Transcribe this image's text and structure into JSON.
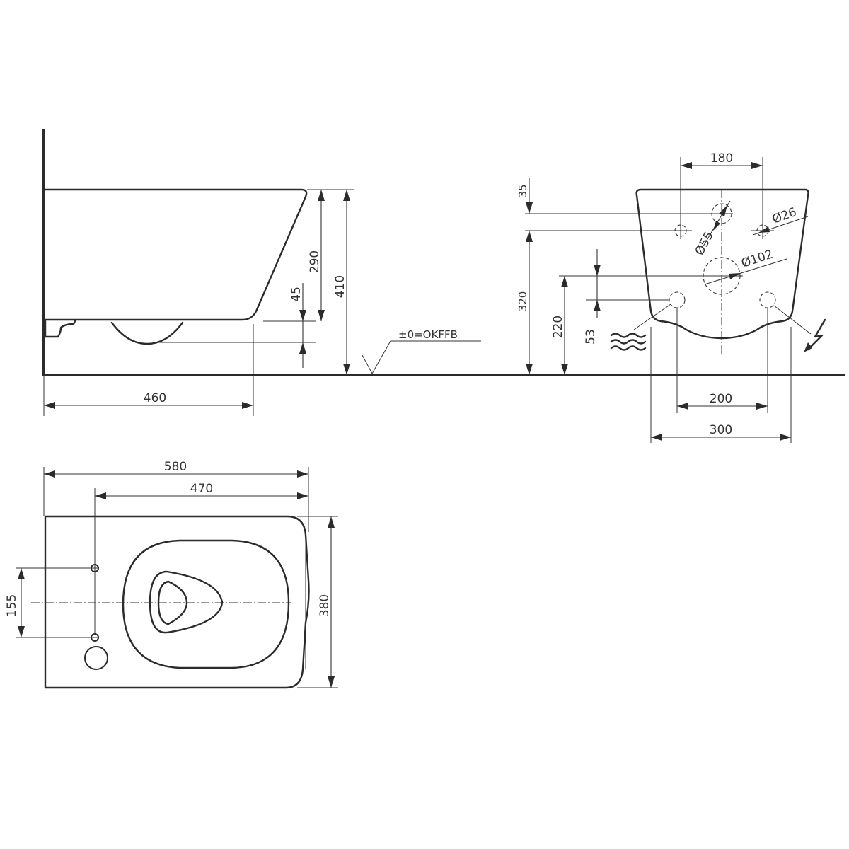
{
  "side_view": {
    "dim_width": "460",
    "dim_height_total": "410",
    "dim_height_bowl": "290",
    "dim_outlet": "45",
    "floor_reference": "±0=OKFFB"
  },
  "front_view": {
    "dim_top_spacing": "180",
    "dim_offset_small": "35",
    "dim_mount_height": "320",
    "dim_drain_height": "220",
    "dim_inlet_offset": "53",
    "dim_bottom_inner": "200",
    "dim_bottom_outer": "300",
    "dia_large": "Ø102",
    "dia_medium": "Ø55",
    "dia_small": "Ø26",
    "water_icon": "water-supply-icon",
    "power_icon": "electric-supply-icon"
  },
  "top_view": {
    "dim_length_total": "580",
    "dim_length_mount": "470",
    "dim_width": "380",
    "dim_bolt_spacing": "155"
  }
}
